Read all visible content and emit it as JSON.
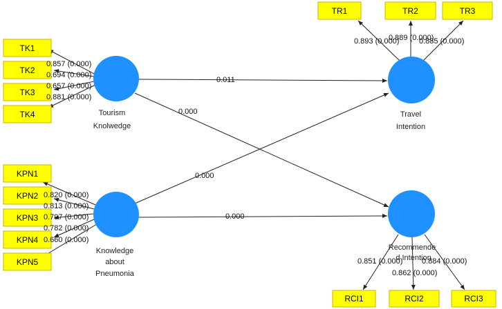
{
  "latent": {
    "tourism": {
      "line1": "Tourism",
      "line2": "Knolwedge"
    },
    "pneumonia": {
      "line1": "Knowledge",
      "line2": "about",
      "line3": "Pneumonia"
    },
    "travel": {
      "line1": "Travel",
      "line2": "Intention"
    },
    "recommend": {
      "line1": "Recommende",
      "line2": "d Intention"
    }
  },
  "indicators": {
    "tk": [
      "TK1",
      "TK2",
      "TK3",
      "TK4"
    ],
    "kpn": [
      "KPN1",
      "KPN2",
      "KPN3",
      "KPN4",
      "KPN5"
    ],
    "tr": [
      "TR1",
      "TR2",
      "TR3"
    ],
    "rci": [
      "RCI1",
      "RCI2",
      "RCI3"
    ]
  },
  "loadings": {
    "tk": [
      "0.857 (0.000)",
      "0.694 (0.000)",
      "0.657 (0.000)",
      "0.881 (0.000)"
    ],
    "kpn": [
      "0.820 (0.000)",
      "0.813 (0.000)",
      "0.797 (0.000)",
      "0.782 (0.000)",
      "0.660 (0.000)"
    ],
    "tr": [
      "0.893 (0.000)",
      "0.889 (0.000)",
      "0.885 (0.000)"
    ],
    "rci": [
      "0.851 (0.000)",
      "0.862 (0.000)",
      "0.884 (0.000)"
    ]
  },
  "paths": {
    "tk_tr": "0.011",
    "tk_rci": "0.000",
    "kpn_tr": "0.000",
    "kpn_rci": "0.000"
  },
  "colors": {
    "indicator": "#ffff00",
    "latent": "#1e90ff"
  }
}
